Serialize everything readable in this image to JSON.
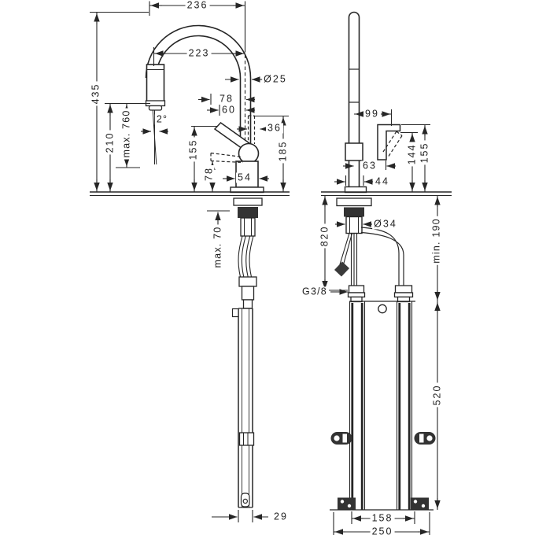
{
  "colors": {
    "background": "#ffffff",
    "line": "#262626",
    "text": "#1f1f1f",
    "solid_fill": "#333333"
  },
  "views": {
    "front": "front-view",
    "side": "side-view"
  },
  "labels": {
    "dim_236": "236",
    "dim_223": "223",
    "dia_25": "Ø25",
    "dim_78_top": "78",
    "dim_60": "60",
    "angle_2": "2°",
    "dim_36": "36",
    "dim_54": "54",
    "dim_435": "435",
    "dim_210": "210",
    "max_760": "max. 760",
    "dim_155_left": "155",
    "dim_78_handle": "78",
    "dim_185": "185",
    "max_70": "max. 70",
    "dim_29": "29",
    "dim_99": "99",
    "dim_63": "63",
    "dim_44": "44",
    "dim_144": "144",
    "dim_155_right": "155",
    "dia_34": "Ø34",
    "dim_820": "820",
    "min_190": "min. 190",
    "g_38": "G3/8",
    "dim_520": "520",
    "dim_158": "158",
    "dim_250": "250"
  }
}
